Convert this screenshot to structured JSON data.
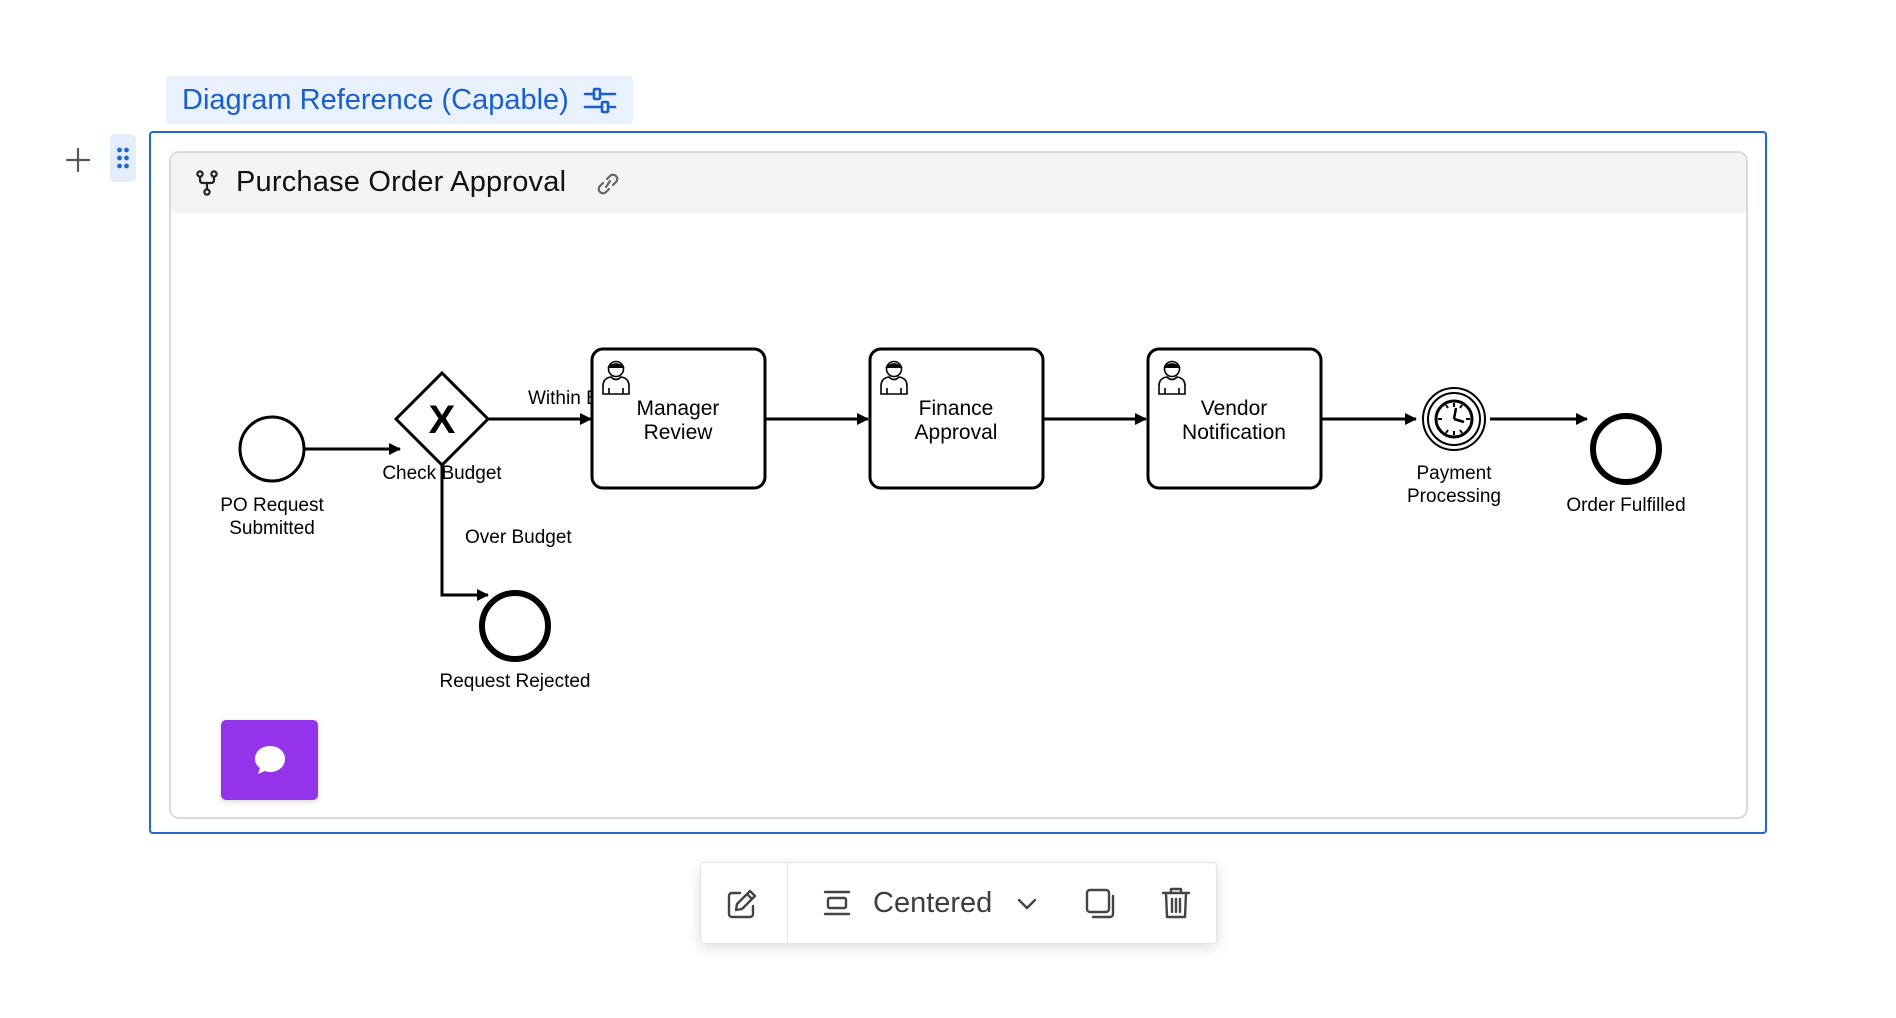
{
  "reference_label": {
    "text": "Diagram Reference (Capable)",
    "icon": "settings-sliders-icon"
  },
  "card": {
    "title": "Purchase Order Approval",
    "title_icon": "process-fork-icon",
    "link_icon": "link-icon"
  },
  "diagram": {
    "events": {
      "start": "PO Request Submitted",
      "start_line1": "PO Request",
      "start_line2": "Submitted",
      "rejected": "Request Rejected",
      "fulfilled": "Order Fulfilled",
      "timer_line1": "Payment",
      "timer_line2": "Processing"
    },
    "gateway": {
      "label": "Check Budget",
      "marker": "X"
    },
    "flows": {
      "within": "Within Budget",
      "over": "Over Budget"
    },
    "tasks": [
      {
        "line1": "Manager",
        "line2": "Review",
        "type": "user-task"
      },
      {
        "line1": "Finance",
        "line2": "Approval",
        "type": "user-task"
      },
      {
        "line1": "Vendor",
        "line2": "Notification",
        "type": "user-task"
      }
    ]
  },
  "chat_button": {
    "icon": "chat-bubble-icon",
    "color": "#9333ea"
  },
  "toolbar": {
    "edit_icon": "edit-icon",
    "alignment_icon": "align-center-icon",
    "alignment_value": "Centered",
    "dropdown_icon": "chevron-down-icon",
    "copy_icon": "copy-icon",
    "delete_icon": "trash-icon"
  },
  "colors": {
    "accent": "#2068d0",
    "label_bg": "#e8f1fc",
    "chat": "#9333ea"
  }
}
